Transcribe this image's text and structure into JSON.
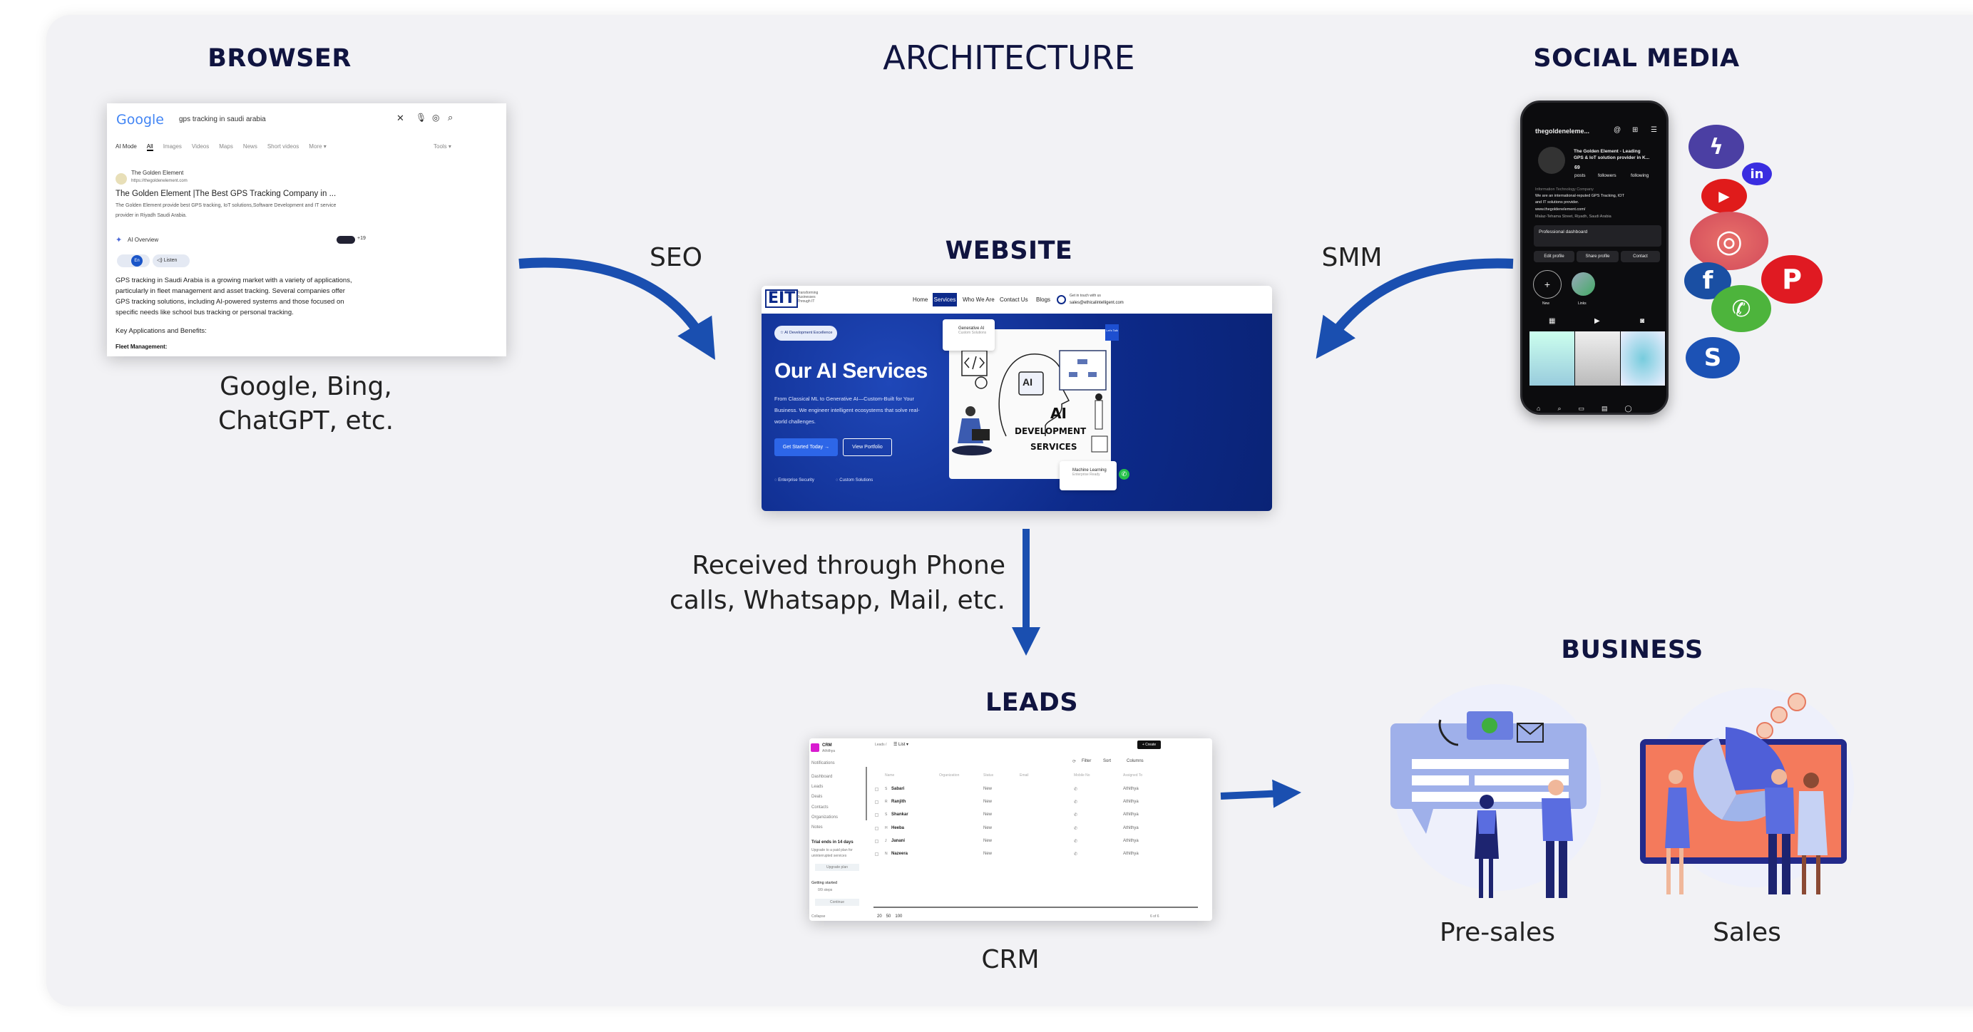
{
  "titles": {
    "browser": "BROWSER",
    "architecture": "ARCHITECTURE",
    "social_media": "SOCIAL MEDIA",
    "website": "WEBSITE",
    "leads": "LEADS",
    "business": "BUSINESS"
  },
  "labels": {
    "browser_caption_1": "Google, Bing,",
    "browser_caption_2": "ChatGPT, etc.",
    "seo": "SEO",
    "smm": "SMM",
    "received_1": "Received through Phone",
    "received_2": "calls, Whatsapp, Mail, etc.",
    "crm": "CRM",
    "presales": "Pre-sales",
    "sales": "Sales"
  },
  "colors": {
    "arrow": "#1a4fb0",
    "heading": "#101440",
    "website_blue": "#0d2a8a",
    "panel": "#f2f2f5"
  },
  "browser": {
    "logo": "Google",
    "query": "gps tracking in saudi arabia",
    "tabs": [
      "AI Mode",
      "All",
      "Images",
      "Videos",
      "Maps",
      "News",
      "Short videos",
      "More ▾"
    ],
    "tools": "Tools ▾",
    "result_site": "The Golden Element",
    "result_url": "https://thegoldenelement.com",
    "result_title": "The Golden Element |The Best GPS Tracking Company in ...",
    "result_snippet_1": "The Golden Element provide best GPS tracking, IoT solutions,Software Development and IT service",
    "result_snippet_2": "provider in Riyadh Saudi Arabia.",
    "ai_overview": "AI Overview",
    "sources_count": "+19",
    "lang": "En",
    "listen": "Listen",
    "overview_lines": [
      "GPS tracking in Saudi Arabia is a growing market with a variety of applications,",
      "particularly in fleet management and asset tracking. Several companies offer",
      "GPS tracking solutions, including AI-powered systems and those focused on",
      "specific needs like school bus tracking or personal tracking."
    ],
    "key_apps": "Key Applications and Benefits:",
    "fleet": "Fleet Management:"
  },
  "website": {
    "logo": "EIT",
    "tagline": [
      "Transforming",
      "Businesses",
      "Through IT"
    ],
    "nav": [
      "Home",
      "Services",
      "Who We Are",
      "Contact Us",
      "Blogs"
    ],
    "active_nav": "Services",
    "contact_label": "Get in touch with us",
    "contact_email": "sales@ethicalintelligent.com",
    "badge": "AI Development Excellence",
    "hero_title": "Our AI Services",
    "hero_desc": [
      "From Classical ML to Generative AI—Custom-Built for Your",
      "Business. We engineer intelligent ecosystems that solve real-",
      "world challenges."
    ],
    "cta_primary": "Get Started Today →",
    "cta_secondary": "View Portfolio",
    "features": [
      "Enterprise Security",
      "Custom Solutions"
    ],
    "card_top_title": "Generative AI",
    "card_top_sub": "Custom Solutions",
    "card_bottom_title": "Machine Learning",
    "card_bottom_sub": "Enterprise Ready",
    "lets_talk": "Let's Talk",
    "illus_chip": "AI",
    "illus_big": "AI",
    "illus_dev": "DEVELOPMENT",
    "illus_services": "SERVICES"
  },
  "crm": {
    "app": "CRM",
    "user": "Athithya",
    "breadcrumb": "Leads /",
    "view": "☰ List ▾",
    "create": "+ Create",
    "sidebar": [
      "Notifications",
      "Dashboard",
      "Leads",
      "Deals",
      "Contacts",
      "Organizations",
      "Notes"
    ],
    "trial_title": "Trial ends in 14 days",
    "trial_desc_1": "Upgrade to a paid plan for",
    "trial_desc_2": "uninterrupted services",
    "upgrade": "Upgrade plan",
    "getting_started": "Getting started",
    "steps": "0/9 steps",
    "continue": "Continue",
    "collapse": "Collapse",
    "toolbar": [
      "Filter",
      "Sort",
      "Columns"
    ],
    "columns": [
      "Name",
      "Organization",
      "Status",
      "Email",
      "Mobile No",
      "Assigned To"
    ],
    "rows": [
      {
        "initial": "S",
        "name": "Sabari",
        "status": "New",
        "assigned": "Athithya"
      },
      {
        "initial": "R",
        "name": "Ranjith",
        "status": "New",
        "assigned": "Athithya"
      },
      {
        "initial": "S",
        "name": "Shankar",
        "status": "New",
        "assigned": "Athithya"
      },
      {
        "initial": "H",
        "name": "Heeba",
        "status": "New",
        "assigned": "Athithya"
      },
      {
        "initial": "J",
        "name": "Janani",
        "status": "New",
        "assigned": "Athithya"
      },
      {
        "initial": "N",
        "name": "Nazeera",
        "status": "New",
        "assigned": "Athithya"
      }
    ],
    "page_sizes": [
      "20",
      "50",
      "100"
    ],
    "count": "6 of 6"
  },
  "phone": {
    "username": "thegoldeneleme...",
    "bio_name_1": "The Golden Element - Leading",
    "bio_name_2": "GPS & IoT solution provider in K...",
    "posts_count": "69",
    "stats": [
      "posts",
      "followers",
      "following"
    ],
    "category": "Information Technology Company",
    "bio_1": "We are an international-reputed GPS Tracking, IOT",
    "bio_2": "and IT solutions provider.",
    "link": "www.thegoldenelement.com/",
    "address": "Malaz-Tehama Street, Riyadh, Saudi Arabia",
    "dashboard": "Professional dashboard",
    "buttons": [
      "Edit profile",
      "Share profile",
      "Contact"
    ],
    "highlights": [
      "New",
      "Links"
    ]
  },
  "social_icons": [
    "messenger",
    "linkedin",
    "youtube",
    "instagram",
    "facebook",
    "pinterest",
    "whatsapp",
    "skype"
  ]
}
